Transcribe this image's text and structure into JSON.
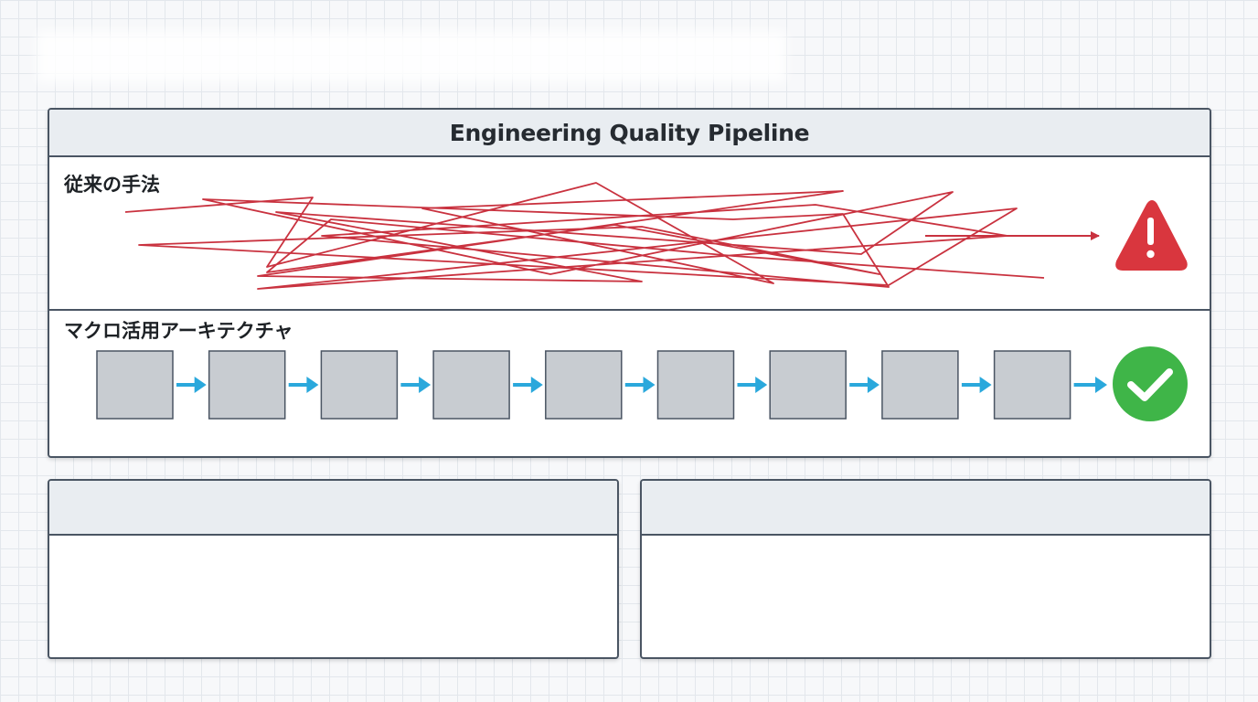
{
  "diagram": {
    "title": "Engineering Quality Pipeline",
    "traditional": {
      "label": "従来の手法",
      "status_icon": "warning-triangle-icon",
      "line_color": "#c9323f",
      "icon_color": "#d9363e"
    },
    "macro": {
      "label": "マクロ活用アーキテクチャ",
      "step_count": 9,
      "status_icon": "check-circle-icon",
      "step_color": "#c8ccd1",
      "arrow_color": "#2aa8dc",
      "icon_color": "#3fb548"
    }
  },
  "bottom_panels": [
    {
      "title": ""
    },
    {
      "title": ""
    }
  ]
}
